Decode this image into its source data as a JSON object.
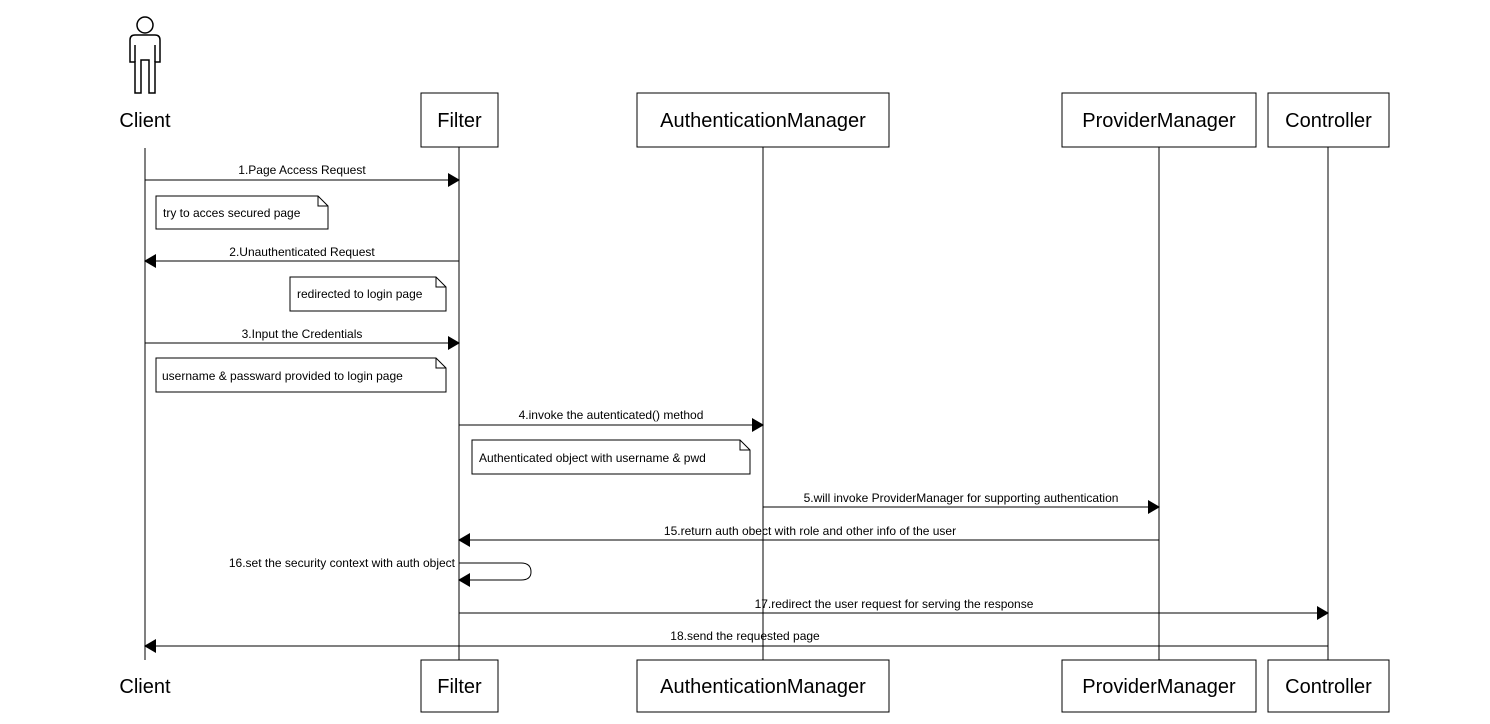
{
  "actor": {
    "name": "Client"
  },
  "participants": [
    {
      "id": "client",
      "label": "Client",
      "kind": "actor"
    },
    {
      "id": "filter",
      "label": "Filter",
      "kind": "box"
    },
    {
      "id": "auth",
      "label": "AuthenticationManager",
      "kind": "box"
    },
    {
      "id": "provider",
      "label": "ProviderManager",
      "kind": "box"
    },
    {
      "id": "controller",
      "label": "Controller",
      "kind": "box"
    }
  ],
  "messages": [
    {
      "label": "1.Page Access Request",
      "from": "client",
      "to": "filter"
    },
    {
      "label": "2.Unauthenticated Request",
      "from": "filter",
      "to": "client"
    },
    {
      "label": "3.Input the Credentials",
      "from": "client",
      "to": "filter"
    },
    {
      "label": "4.invoke the autenticated() method",
      "from": "filter",
      "to": "auth"
    },
    {
      "label": "5.will invoke ProviderManager for supporting authentication",
      "from": "auth",
      "to": "provider"
    },
    {
      "label": "15.return auth obect with role and other info of the user",
      "from": "provider",
      "to": "filter"
    },
    {
      "label": "16.set the security context with auth object",
      "from": "filter",
      "to": "filter",
      "self": true
    },
    {
      "label": "17.redirect the user request for serving the response",
      "from": "filter",
      "to": "controller"
    },
    {
      "label": "18.send the requested page",
      "from": "controller",
      "to": "client"
    }
  ],
  "notes": [
    {
      "text": "try to acces secured page"
    },
    {
      "text": "redirected to login page"
    },
    {
      "text": "username & passward provided to login page"
    },
    {
      "text": "Authenticated object with username & pwd"
    }
  ]
}
